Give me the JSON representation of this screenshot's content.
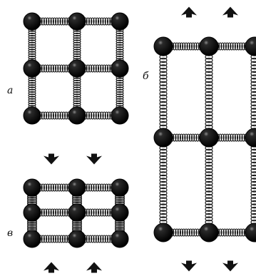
{
  "labels": {
    "a": "а",
    "b": "б",
    "v": "в"
  },
  "panels": [
    {
      "id": "a",
      "state": "equilibrium",
      "rows": 3,
      "cols": 3,
      "arrows": "none"
    },
    {
      "id": "b",
      "state": "stretched",
      "rows": 3,
      "cols": 3,
      "arrows": "outward-vertical"
    },
    {
      "id": "v",
      "state": "compressed",
      "rows": 3,
      "cols": 3,
      "arrows": "inward-vertical"
    }
  ],
  "colors": {
    "ink": "#111111",
    "paper": "#ffffff"
  }
}
